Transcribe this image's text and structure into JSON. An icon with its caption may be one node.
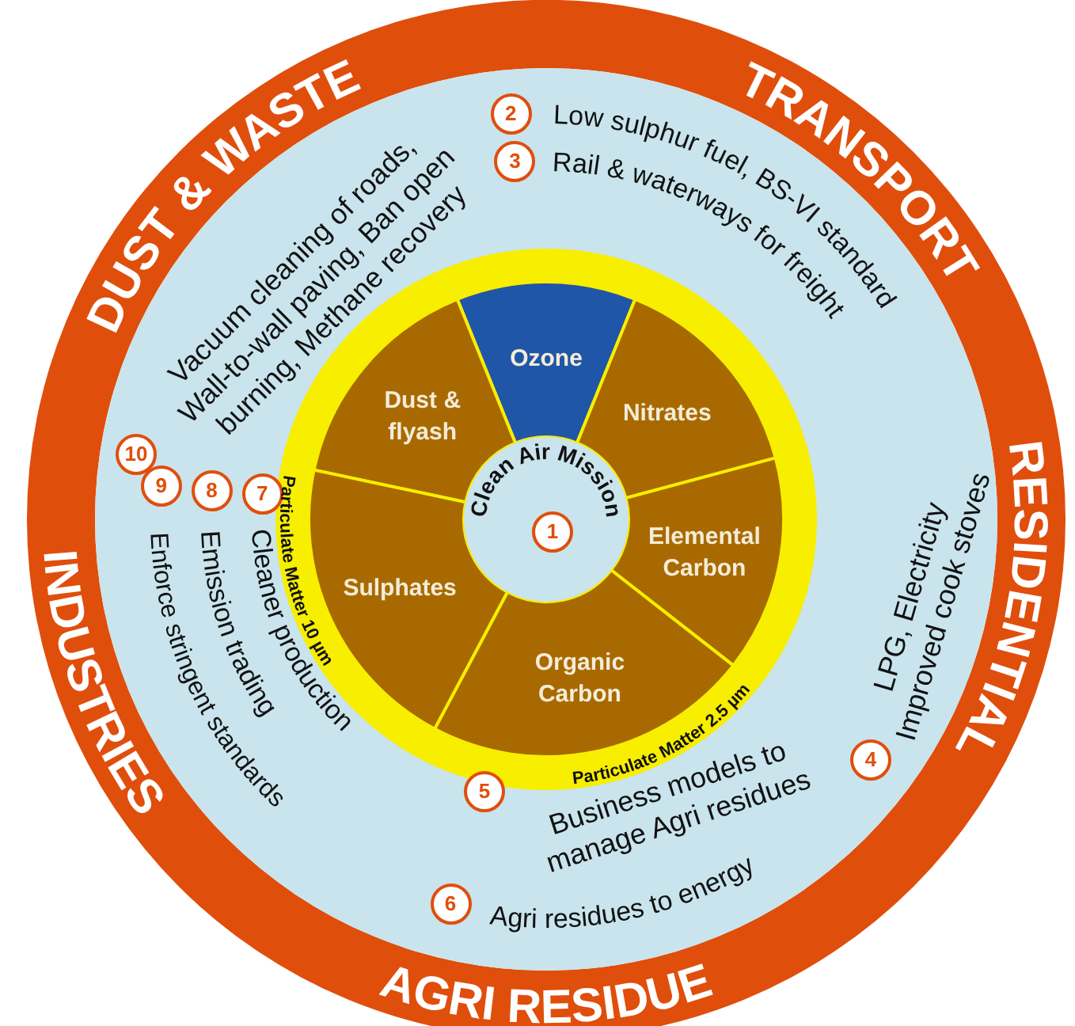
{
  "diagram": {
    "nodes": [
      {
        "text": [
          "Clean Air Mission"
        ]
      },
      {
        "text": [
          "1"
        ],
        "in": 0
      },
      {
        "text": [
          "Ozone"
        ]
      },
      {
        "text": [
          "Dust & flyash"
        ]
      },
      {
        "text": [
          "Nitrates"
        ]
      },
      {
        "text": [
          "Sulphates"
        ]
      },
      {
        "text": [
          "Elemental Carbon"
        ]
      },
      {
        "text": [
          "Organic Carbon"
        ]
      },
      {
        "text": [
          "2"
        ]
      },
      {
        "text": [
          "3"
        ]
      },
      {
        "text": [
          "10"
        ],
        "beside": [
          "Vacuum cleaning of roads, Wall-to-wall paving, Ban open burning, Methane recovery"
        ]
      },
      {
        "text": [
          "7"
        ]
      },
      {
        "text": [
          "8"
        ]
      },
      {
        "text": [
          "9"
        ]
      },
      {
        "text": [
          "4"
        ],
        "beside": [
          "LPG, Electricity Improved cook stoves"
        ]
      },
      {
        "text": [
          "5"
        ]
      },
      {
        "text": [
          "6"
        ],
        "beside": [
          "Agri residues to energy"
        ]
      }
    ],
    "labels": [
      "DUST & WASTE",
      "TRANSPORT",
      "Low sulphur fuel, BS-VI standard",
      "Rail & waterways for freight",
      "INDUSTRIES",
      "Enforce stringent standards",
      "Emission trading",
      "Cleaner production",
      "Particulate Matter 10 µm",
      "RESIDENTIAL",
      "Particulate Matter 2.5 µm",
      "Business models to manage Agri residues",
      "AGRI RESIDUE"
    ]
  }
}
